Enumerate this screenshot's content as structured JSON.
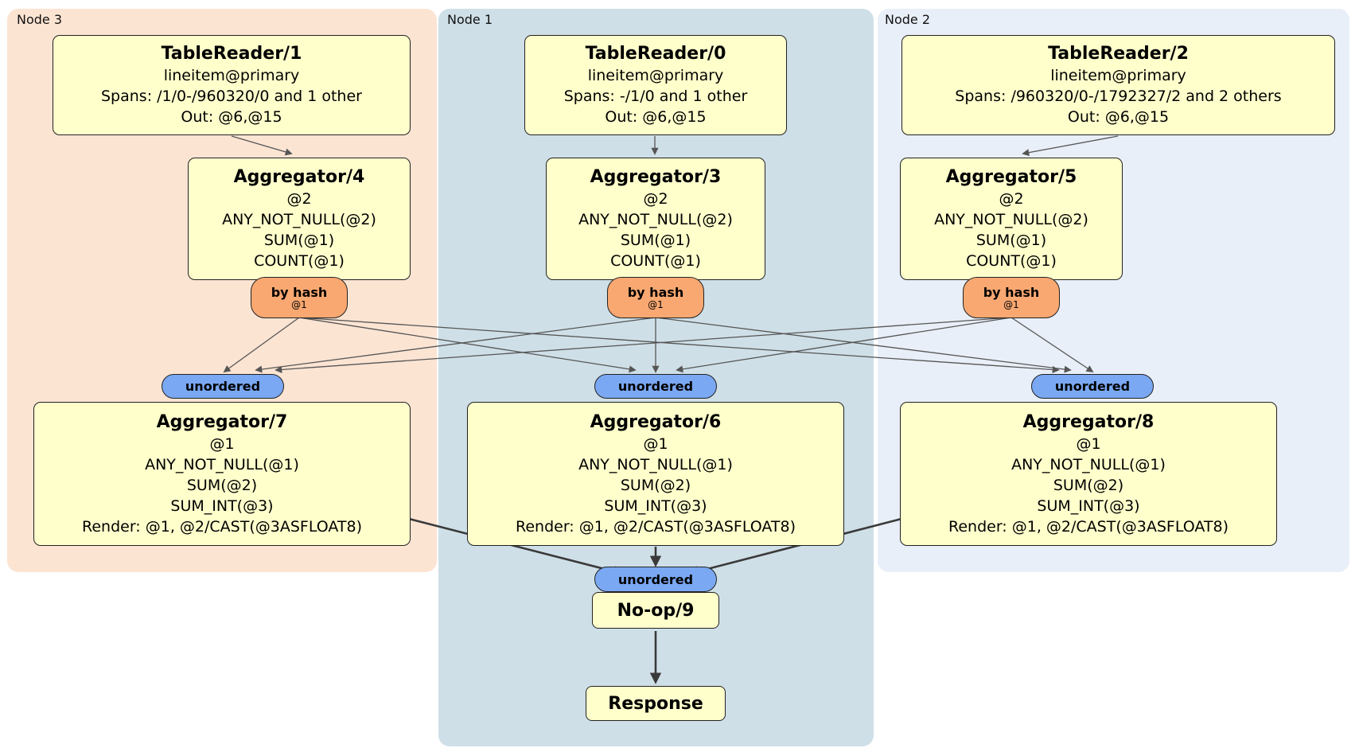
{
  "diagram": {
    "node_groups": [
      {
        "label": "Node 3",
        "table_reader": {
          "title": "TableReader/1",
          "lines": [
            "lineitem@primary",
            "Spans: /1/0-/960320/0 and 1 other",
            "Out: @6,@15"
          ]
        },
        "aggregator_upper": {
          "title": "Aggregator/4",
          "lines": [
            "@2",
            "ANY_NOT_NULL(@2)",
            "SUM(@1)",
            "COUNT(@1)"
          ]
        },
        "router": {
          "label": "by hash",
          "detail": "@1"
        },
        "stream_label": "unordered",
        "aggregator_lower": {
          "title": "Aggregator/7",
          "lines": [
            "@1",
            "ANY_NOT_NULL(@1)",
            "SUM(@2)",
            "SUM_INT(@3)",
            "Render: @1, @2/CAST(@3ASFLOAT8)"
          ]
        }
      },
      {
        "label": "Node 1",
        "table_reader": {
          "title": "TableReader/0",
          "lines": [
            "lineitem@primary",
            "Spans: -/1/0 and 1 other",
            "Out: @6,@15"
          ]
        },
        "aggregator_upper": {
          "title": "Aggregator/3",
          "lines": [
            "@2",
            "ANY_NOT_NULL(@2)",
            "SUM(@1)",
            "COUNT(@1)"
          ]
        },
        "router": {
          "label": "by hash",
          "detail": "@1"
        },
        "stream_label": "unordered",
        "aggregator_lower": {
          "title": "Aggregator/6",
          "lines": [
            "@1",
            "ANY_NOT_NULL(@1)",
            "SUM(@2)",
            "SUM_INT(@3)",
            "Render: @1, @2/CAST(@3ASFLOAT8)"
          ]
        }
      },
      {
        "label": "Node 2",
        "table_reader": {
          "title": "TableReader/2",
          "lines": [
            "lineitem@primary",
            "Spans: /960320/0-/1792327/2 and 2 others",
            "Out: @6,@15"
          ]
        },
        "aggregator_upper": {
          "title": "Aggregator/5",
          "lines": [
            "@2",
            "ANY_NOT_NULL(@2)",
            "SUM(@1)",
            "COUNT(@1)"
          ]
        },
        "router": {
          "label": "by hash",
          "detail": "@1"
        },
        "stream_label": "unordered",
        "aggregator_lower": {
          "title": "Aggregator/8",
          "lines": [
            "@1",
            "ANY_NOT_NULL(@1)",
            "SUM(@2)",
            "SUM_INT(@3)",
            "Render: @1, @2/CAST(@3ASFLOAT8)"
          ]
        }
      }
    ],
    "final_stage": {
      "stream_label": "unordered",
      "noop_title": "No-op/9",
      "response_title": "Response"
    },
    "colors": {
      "node3_bg": "#fce4d3",
      "node1_bg": "#cfdfe7",
      "node2_bg": "#e9eff8",
      "box_fill": "#ffffcc",
      "router_fill": "#f9a871",
      "stream_fill": "#7aa8f2"
    }
  }
}
